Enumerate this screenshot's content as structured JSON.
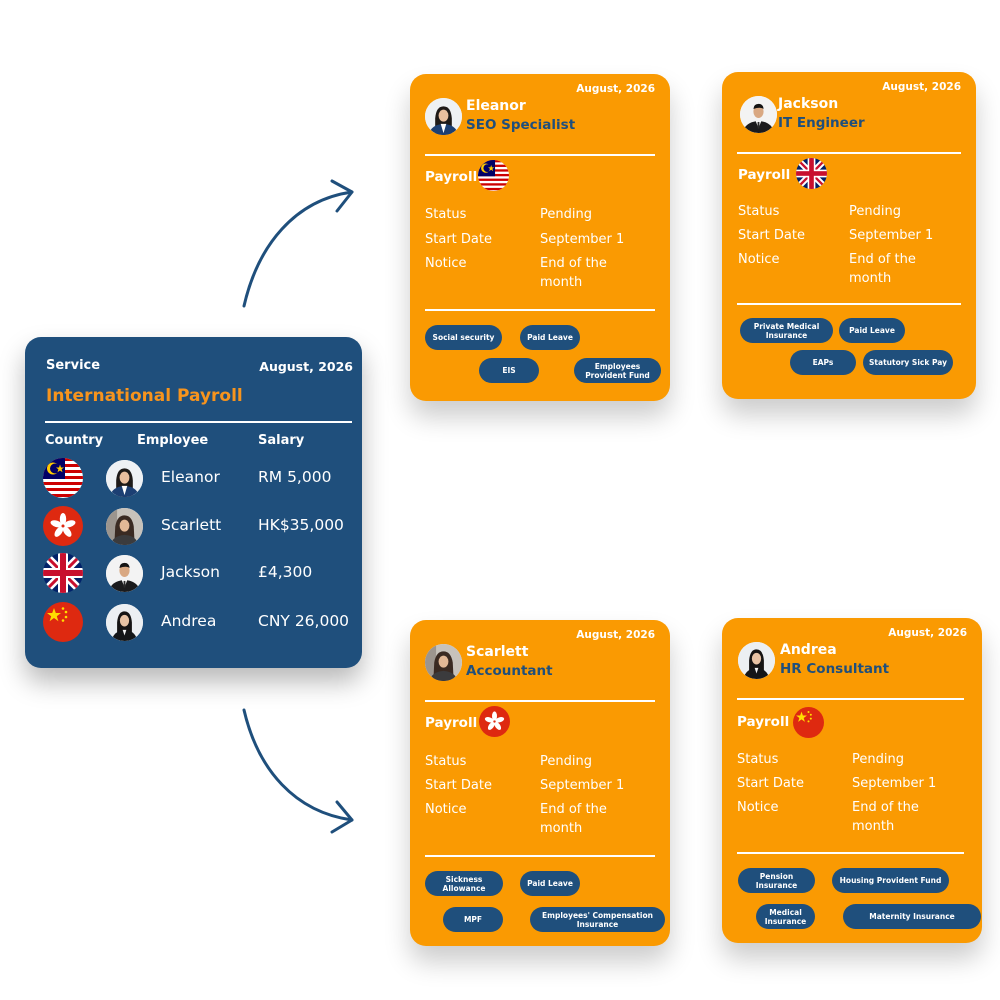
{
  "main": {
    "service_label": "Service",
    "date": "August, 2026",
    "title": "International Payroll",
    "columns": [
      "Country",
      "Employee",
      "Salary"
    ],
    "rows": [
      {
        "country_flag": "malaysia-flag-icon",
        "employee": "Eleanor",
        "salary": "RM 5,000"
      },
      {
        "country_flag": "hong-kong-flag-icon",
        "employee": "Scarlett",
        "salary": "HK$35,000"
      },
      {
        "country_flag": "uk-flag-icon",
        "employee": "Jackson",
        "salary": "£4,300"
      },
      {
        "country_flag": "china-flag-icon",
        "employee": "Andrea",
        "salary": "CNY 26,000"
      }
    ]
  },
  "labels": {
    "payroll": "Payroll",
    "status": "Status",
    "start_date": "Start Date",
    "notice": "Notice"
  },
  "cards": {
    "eleanor": {
      "date": "August, 2026",
      "name": "Eleanor",
      "role": "SEO Specialist",
      "flag": "malaysia-flag-icon",
      "status": "Pending",
      "start_date": "September 1",
      "notice": "End of the month",
      "benefits": [
        "Social security",
        "Paid Leave",
        "EIS",
        "Employees Provident Fund"
      ]
    },
    "jackson": {
      "date": "August, 2026",
      "name": "Jackson",
      "role": "IT Engineer",
      "flag": "uk-flag-icon",
      "status": "Pending",
      "start_date": "September 1",
      "notice": "End of the month",
      "benefits": [
        "Private Medical Insurance",
        "Paid Leave",
        "EAPs",
        "Statutory Sick Pay"
      ]
    },
    "scarlett": {
      "date": "August, 2026",
      "name": "Scarlett",
      "role": "Accountant",
      "flag": "hong-kong-flag-icon",
      "status": "Pending",
      "start_date": "September 1",
      "notice": "End of the month",
      "benefits": [
        "Sickness Allowance",
        "Paid Leave",
        "MPF",
        "Employees' Compensation Insurance"
      ]
    },
    "andrea": {
      "date": "August, 2026",
      "name": "Andrea",
      "role": "HR Consultant",
      "flag": "china-flag-icon",
      "status": "Pending",
      "start_date": "September 1",
      "notice": "End of the month",
      "benefits": [
        "Pension Insurance",
        "Housing Provident Fund",
        "Medical Insurance",
        "Maternity Insurance"
      ]
    }
  },
  "colors": {
    "navy": "#1f4f7c",
    "orange": "#fa9a02",
    "title_orange": "#f7941d"
  }
}
